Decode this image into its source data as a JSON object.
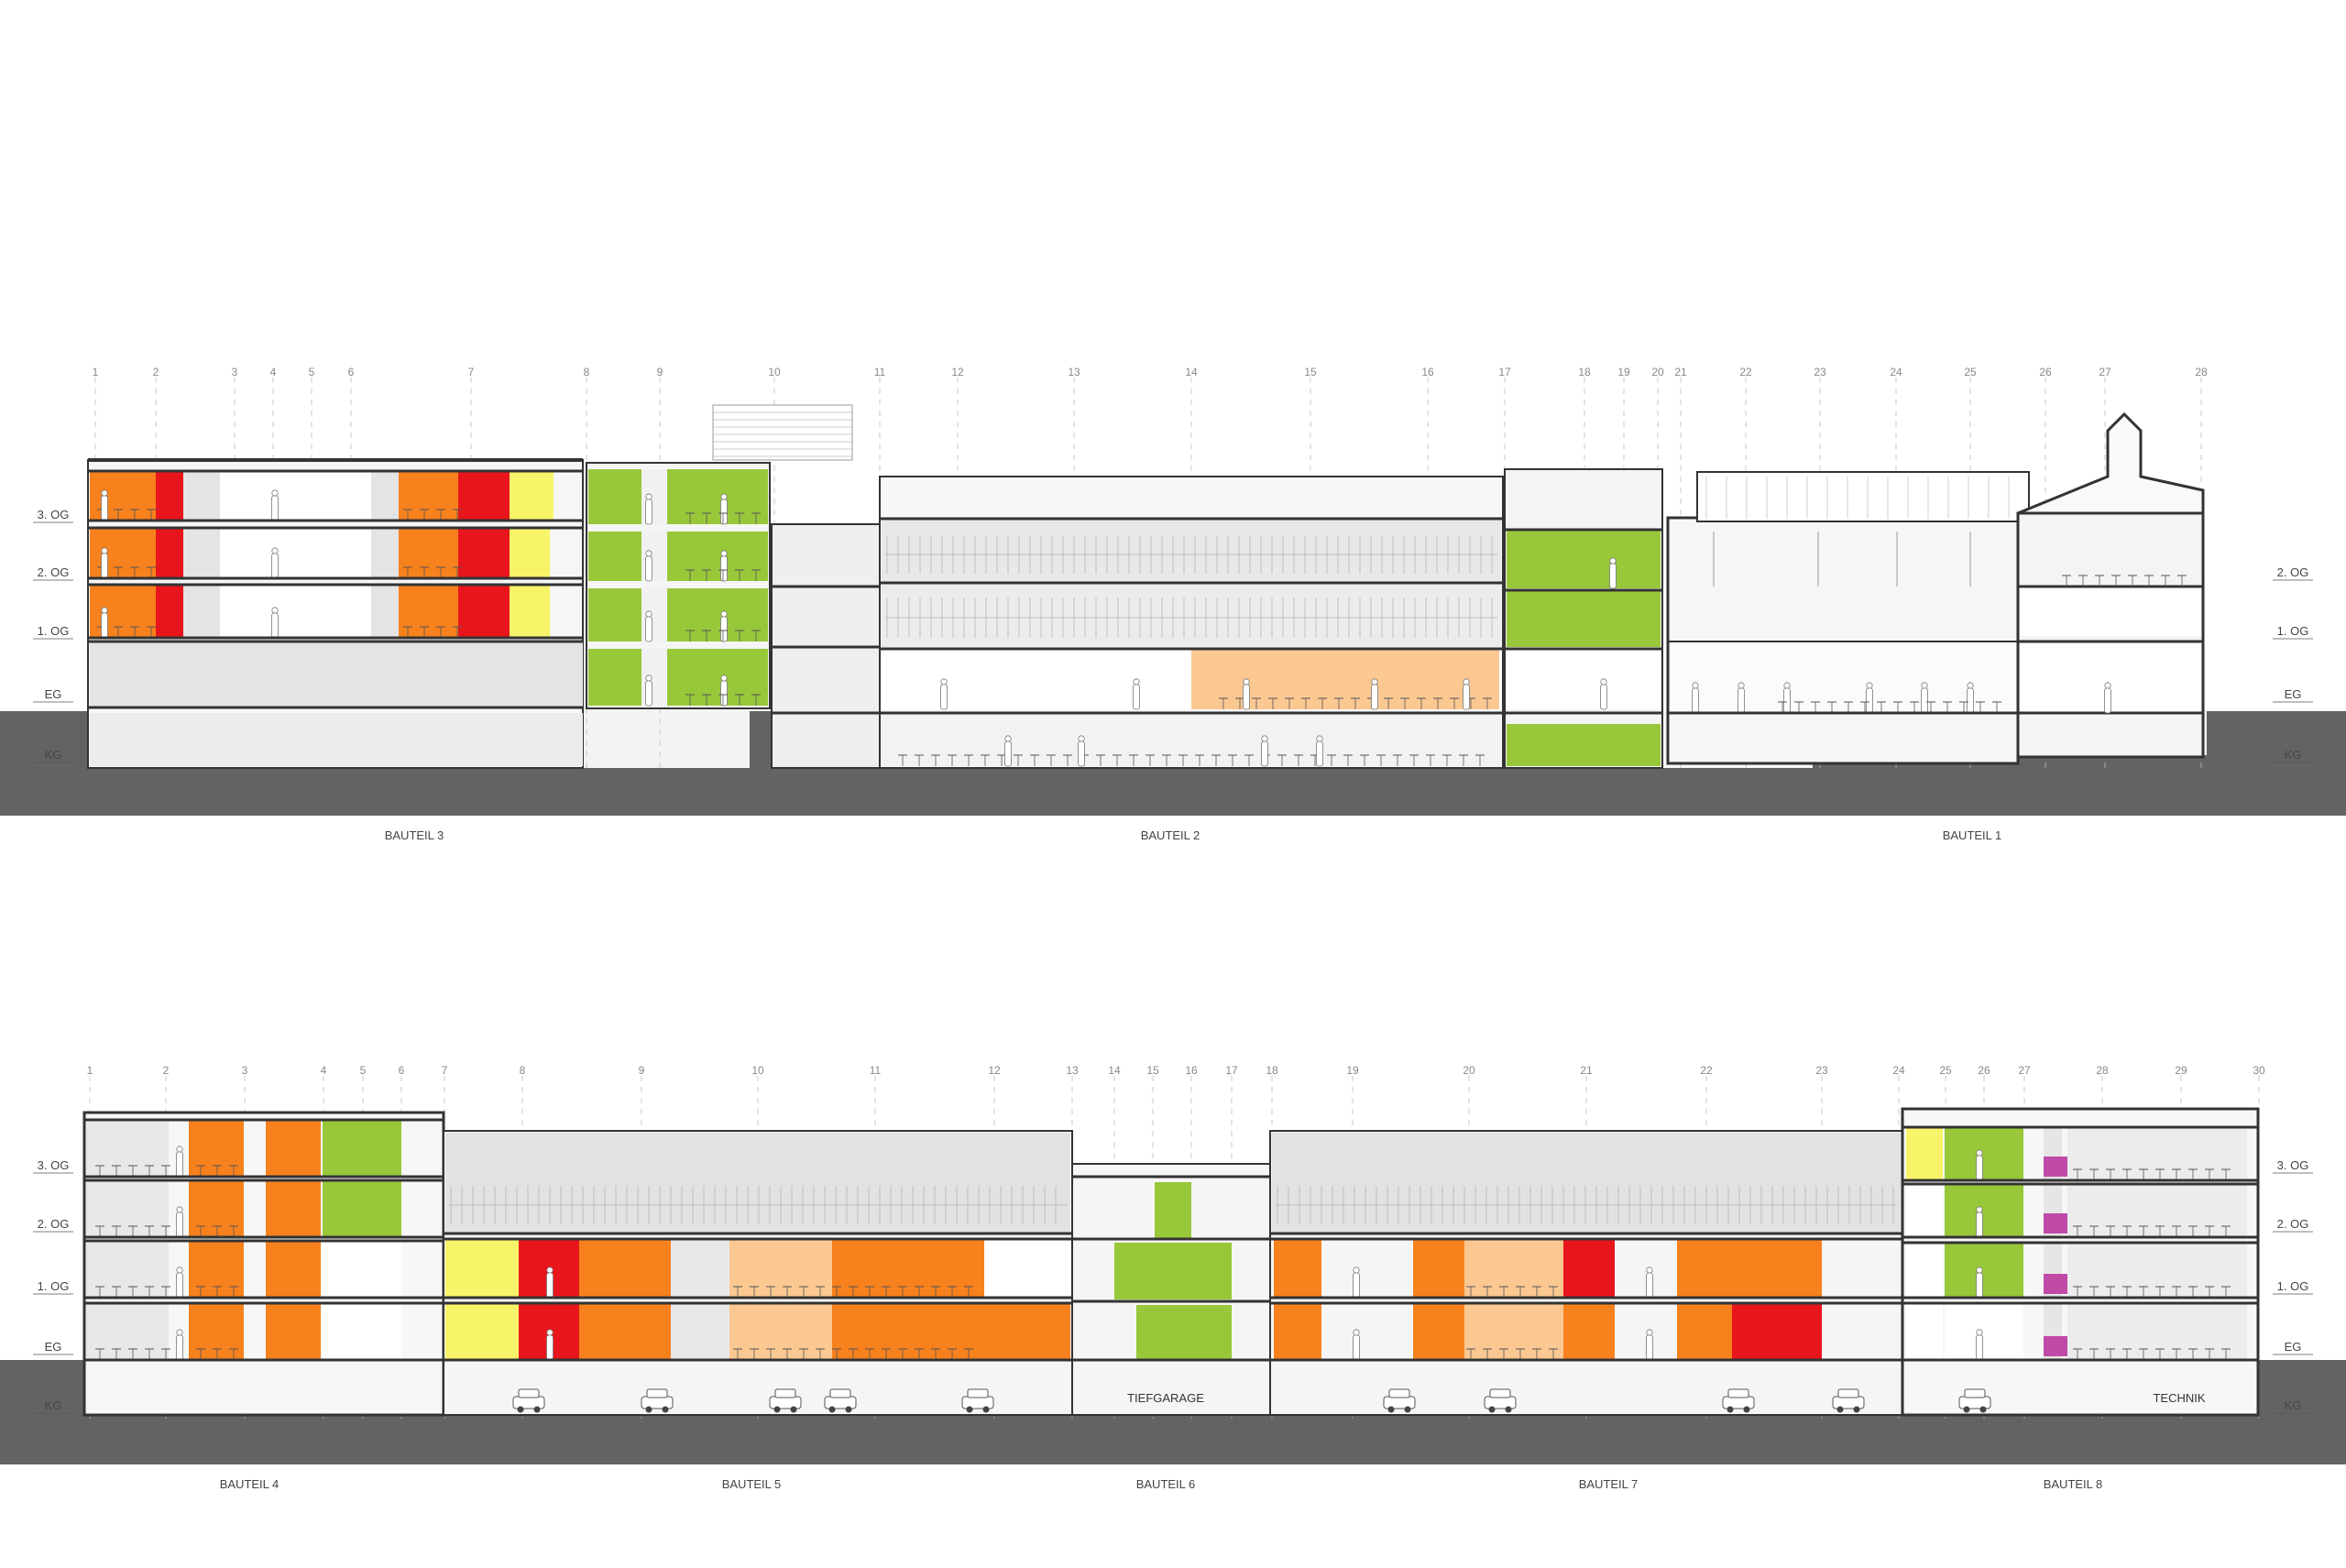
{
  "colors": {
    "ground": "#636363",
    "wall": "#333333",
    "room_gray": "#e4e4e4",
    "room_light": "#f1f1f1",
    "orange": "#f7811d",
    "red": "#e8161c",
    "yellow": "#f8f46a",
    "green": "#98c83a",
    "peach": "#fbc892",
    "magenta": "#c04aa6",
    "label": "#444444",
    "gridline": "#bcbcbc"
  },
  "section_top": {
    "axis_labels": [
      "1",
      "2",
      "3",
      "4",
      "5",
      "6",
      "7",
      "8",
      "9",
      "10",
      "11",
      "12",
      "13",
      "14",
      "15",
      "16",
      "17",
      "18",
      "19",
      "20",
      "21",
      "22",
      "23",
      "24",
      "25",
      "26",
      "27",
      "28"
    ],
    "levels_left": [
      "3. OG",
      "2. OG",
      "1. OG",
      "EG",
      "KG"
    ],
    "levels_right": [
      "2. OG",
      "1. OG",
      "EG",
      "KG"
    ],
    "parts": [
      "BAUTEIL 3",
      "BAUTEIL 2",
      "BAUTEIL 1"
    ]
  },
  "section_bottom": {
    "axis_labels": [
      "1",
      "2",
      "3",
      "4",
      "5",
      "6",
      "7",
      "8",
      "9",
      "10",
      "11",
      "12",
      "13",
      "14",
      "15",
      "16",
      "17",
      "18",
      "19",
      "20",
      "21",
      "22",
      "23",
      "24",
      "25",
      "26",
      "27",
      "28",
      "29",
      "30"
    ],
    "levels_left": [
      "3. OG",
      "2. OG",
      "1. OG",
      "EG",
      "KG"
    ],
    "levels_right": [
      "3. OG",
      "2. OG",
      "1. OG",
      "EG",
      "KG"
    ],
    "parts": [
      "BAUTEIL 4",
      "BAUTEIL 5",
      "BAUTEIL 6",
      "BAUTEIL 7",
      "BAUTEIL 8"
    ],
    "rooms": {
      "tiefgarage": "TIEFGARAGE",
      "technik": "TECHNIK"
    }
  }
}
